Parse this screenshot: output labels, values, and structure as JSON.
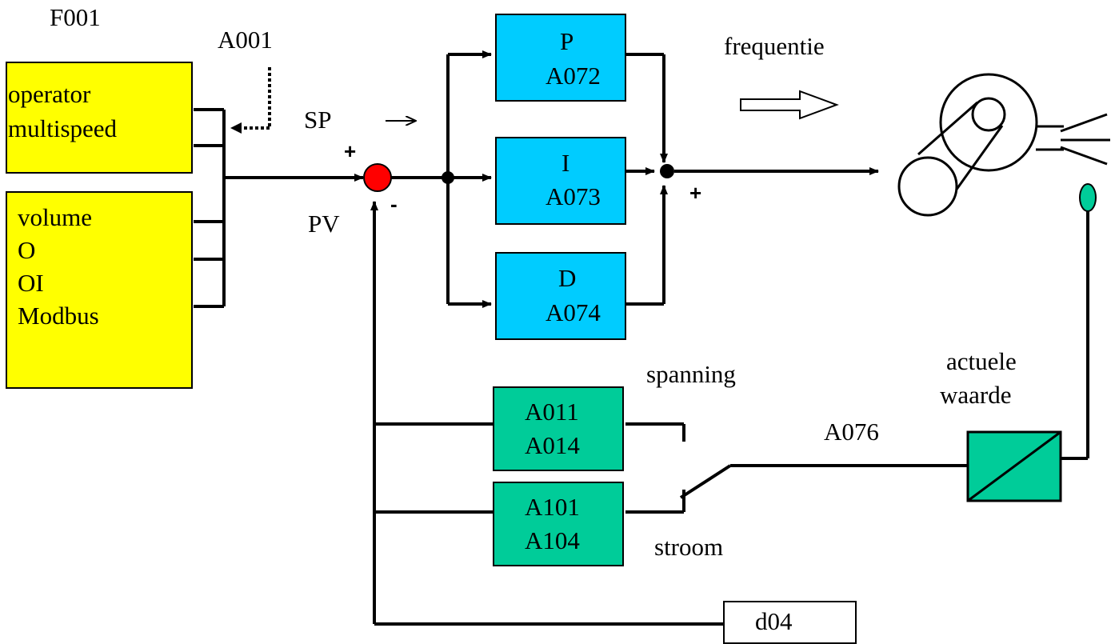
{
  "labels": {
    "f001": "F001",
    "a001": "A001",
    "sp": "SP",
    "pv": "PV",
    "plus_left": "+",
    "minus": "-",
    "plus_right": "+",
    "frequentie": "frequentie",
    "spanning": "spanning",
    "stroom": "stroom",
    "a076": "A076",
    "actuele": "actuele",
    "waarde": "waarde"
  },
  "source_box_1": {
    "lines": [
      "operator",
      "multispeed"
    ],
    "color": "#ffff00"
  },
  "source_box_2": {
    "lines": [
      "volume",
      "O",
      "OI",
      "Modbus"
    ],
    "color": "#ffff00"
  },
  "pid_blocks": [
    {
      "name": "P",
      "param": "A072"
    },
    {
      "name": "I",
      "param": "A073"
    },
    {
      "name": "D",
      "param": "A074"
    }
  ],
  "pid_color": "#00ccff",
  "input_blocks": [
    {
      "line1": "A011",
      "line2": "A014"
    },
    {
      "line1": "A101",
      "line2": "A104"
    }
  ],
  "input_color": "#00cc99",
  "d04_label": "d04",
  "colors": {
    "sum_junction": "#ff0000",
    "sensor": "#00cc99",
    "line": "#000000"
  },
  "icons": [
    "motor-fan-icon",
    "sensor-icon",
    "converter-icon",
    "hollow-arrow-icon"
  ]
}
